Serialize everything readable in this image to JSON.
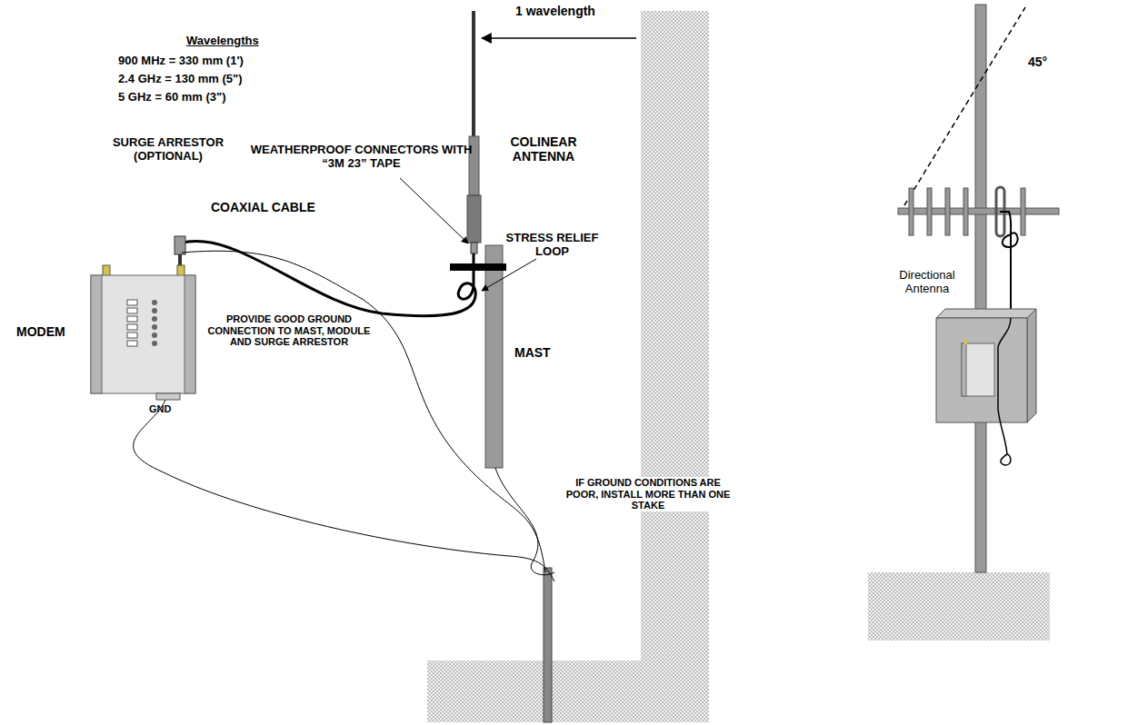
{
  "diagram": {
    "labels": [
      "1 wavelength",
      "Wavelengths",
      "900 MHz = 330 mm (1')",
      "2.4 GHz = 130 mm (5\")",
      "5 GHz = 60 mm (3\")",
      "COLINEAR ANTENNA",
      "WEATHERPROOF CONNECTORS WITH “3M 23” TAPE",
      "SURGE ARRESTOR (OPTIONAL)",
      "COAXIAL CABLE",
      "STRESS RELIEF LOOP",
      "MAST",
      "MODEM",
      "PROVIDE GOOD GROUND CONNECTION TO MAST, MODULE AND SURGE ARRESTOR",
      "GND",
      "IF GROUND CONDITIONS ARE POOR, INSTALL MORE THAN ONE STAKE",
      "45°",
      "Directional Antenna"
    ]
  }
}
